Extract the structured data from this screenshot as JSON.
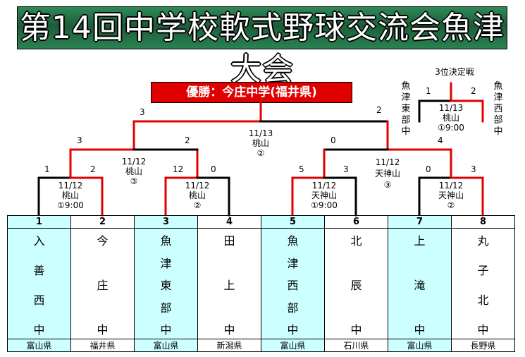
{
  "title": "第14回中学校軟式野球交流会魚津大会",
  "champion": "優勝：今庄中学(福井県)",
  "teams": [
    {
      "no": "1",
      "name": [
        "入",
        "善",
        "西",
        "中"
      ],
      "pref": "富山県"
    },
    {
      "no": "2",
      "name": [
        "今",
        "庄",
        "中"
      ],
      "pref": "福井県"
    },
    {
      "no": "3",
      "name": [
        "魚",
        "津",
        "東",
        "部",
        "中"
      ],
      "pref": "富山県"
    },
    {
      "no": "4",
      "name": [
        "田",
        "上",
        "中"
      ],
      "pref": "新潟県"
    },
    {
      "no": "5",
      "name": [
        "魚",
        "津",
        "西",
        "部",
        "中"
      ],
      "pref": "富山県"
    },
    {
      "no": "6",
      "name": [
        "北",
        "辰",
        "中"
      ],
      "pref": "石川県"
    },
    {
      "no": "7",
      "name": [
        "上",
        "滝",
        "中"
      ],
      "pref": "富山県"
    },
    {
      "no": "8",
      "name": [
        "丸",
        "子",
        "北",
        "中"
      ],
      "pref": "長野県"
    }
  ],
  "matches": {
    "r1a": {
      "date": "11/12",
      "venue": "桃山",
      "slot": "①9:00",
      "s1": "1",
      "s2": "2"
    },
    "r1b": {
      "date": "11/12",
      "venue": "桃山",
      "slot": "②",
      "s1": "12",
      "s2": "0"
    },
    "r1c": {
      "date": "11/12",
      "venue": "天神山",
      "slot": "①9:00",
      "s1": "5",
      "s2": "3"
    },
    "r1d": {
      "date": "11/12",
      "venue": "天神山",
      "slot": "②",
      "s1": "0",
      "s2": "3"
    },
    "sfl": {
      "date": "11/12",
      "venue": "桃山",
      "slot": "③",
      "s1": "3",
      "s2": "2"
    },
    "sfr": {
      "date": "11/12",
      "venue": "天神山",
      "slot": "③",
      "s1": "0",
      "s2": "4"
    },
    "final": {
      "date": "11/13",
      "venue": "桃山",
      "slot": "②",
      "s1": "3",
      "s2": "2"
    },
    "third": {
      "title": "3位決定戦",
      "date": "11/13",
      "venue": "桃山",
      "slot": "①9:00",
      "s1": "1",
      "s2": "2",
      "left": "魚津東部中",
      "right": "魚津西部中"
    }
  },
  "colors": {
    "win": "#e00000",
    "line": "#000000",
    "cell": "#ccffff",
    "banner": "#1f6e42"
  }
}
